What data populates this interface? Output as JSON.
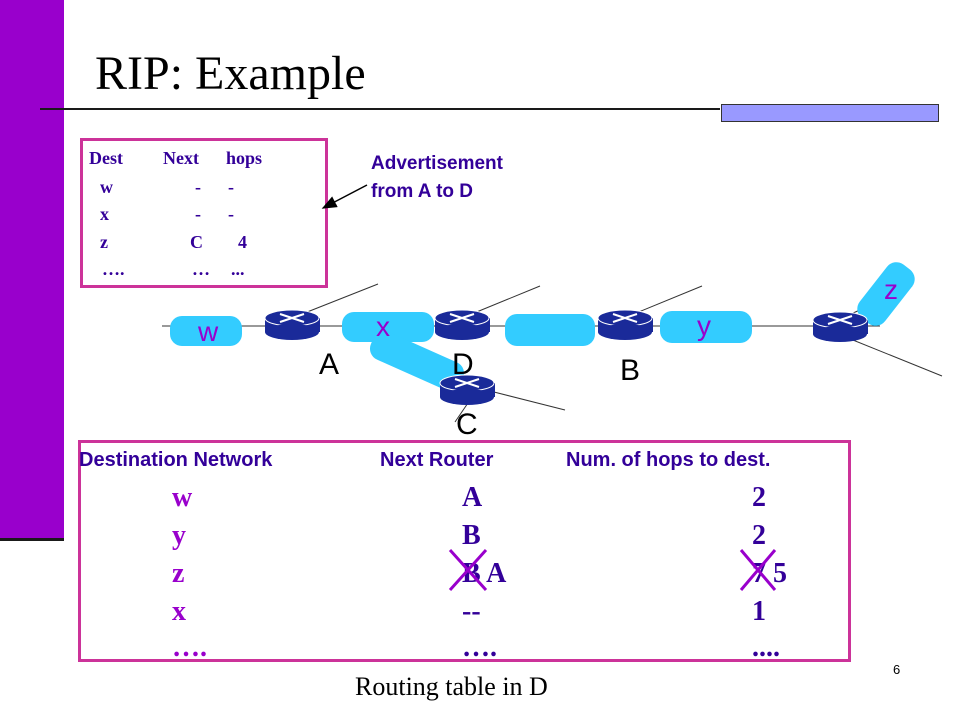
{
  "title": "RIP: Example",
  "advertisement": {
    "label_line1": "Advertisement",
    "label_line2": "from A to D",
    "headers": [
      "Dest",
      "Next",
      "hops"
    ],
    "rows": [
      {
        "dest": "w",
        "next": "-",
        "hops": "-"
      },
      {
        "dest": "x",
        "next": "-",
        "hops": "-"
      },
      {
        "dest": "z",
        "next": "C",
        "hops": "4"
      },
      {
        "dest": "….",
        "next": "…",
        "hops": "..."
      }
    ]
  },
  "network": {
    "routers": [
      "A",
      "D",
      "B",
      "C"
    ],
    "networks": [
      "w",
      "x",
      "y",
      "z"
    ]
  },
  "routing_table": {
    "caption": "Routing table in D",
    "headers": {
      "dest": "Destination Network",
      "next": "Next Router",
      "hops": "Num. of hops to dest."
    },
    "rows": [
      {
        "dest": "w",
        "next": "A",
        "hops": "2"
      },
      {
        "dest": "y",
        "next": "B",
        "hops": "2"
      },
      {
        "dest": "z",
        "next": "B A",
        "hops": "7 5"
      },
      {
        "dest": "x",
        "next": "--",
        "hops": "1"
      },
      {
        "dest": "….",
        "next": "….",
        "hops": "...."
      }
    ]
  },
  "colors": {
    "accent_bar": "#9900cc",
    "box_border": "#cc3399",
    "table_text": "#330099",
    "network_cloud": "#33ccff",
    "router": "#1a2a99",
    "strike": "#9900cc"
  },
  "page_number": "6"
}
